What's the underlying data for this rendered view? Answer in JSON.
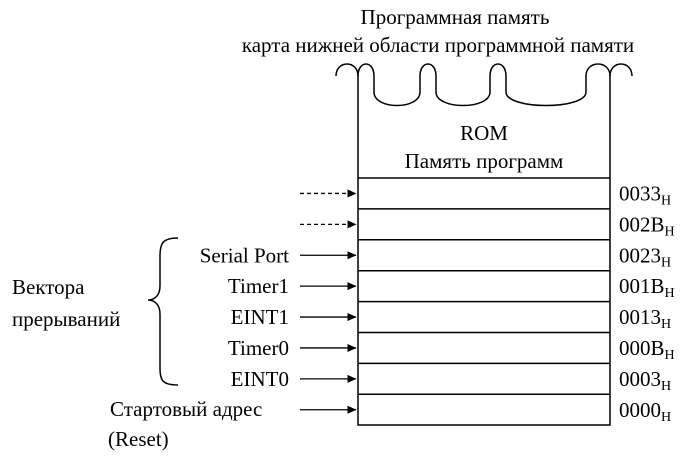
{
  "title": "Программная память",
  "subtitle": "карта нижней области программной памяти",
  "memory": {
    "line1": "ROM",
    "line2": "Память программ"
  },
  "vectors_label": {
    "line1": "Вектора",
    "line2": "прерываний"
  },
  "start_label": {
    "line1": "Стартовый адрес",
    "line2": "(Reset)"
  },
  "rows": [
    {
      "source": "",
      "arrow": "dashed",
      "address": "0033",
      "suffix": "H"
    },
    {
      "source": "",
      "arrow": "dashed",
      "address": "002B",
      "suffix": "H"
    },
    {
      "source": "Serial Port",
      "arrow": "solid",
      "address": "0023",
      "suffix": "H"
    },
    {
      "source": "Timer1",
      "arrow": "solid",
      "address": "001B",
      "suffix": "H"
    },
    {
      "source": "EINT1",
      "arrow": "solid",
      "address": "0013",
      "suffix": "H"
    },
    {
      "source": "Timer0",
      "arrow": "solid",
      "address": "000B",
      "suffix": "H"
    },
    {
      "source": "EINT0",
      "arrow": "solid",
      "address": "0003",
      "suffix": "H"
    },
    {
      "source": "",
      "arrow": "solid",
      "address": "0000",
      "suffix": "H"
    }
  ]
}
